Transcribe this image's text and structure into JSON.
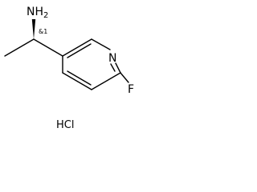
{
  "molecule": {
    "labels": {
      "amine": "NH2",
      "stereo": "&1",
      "ring_nitrogen": "N",
      "fluorine": "F",
      "salt": "HCl"
    }
  }
}
